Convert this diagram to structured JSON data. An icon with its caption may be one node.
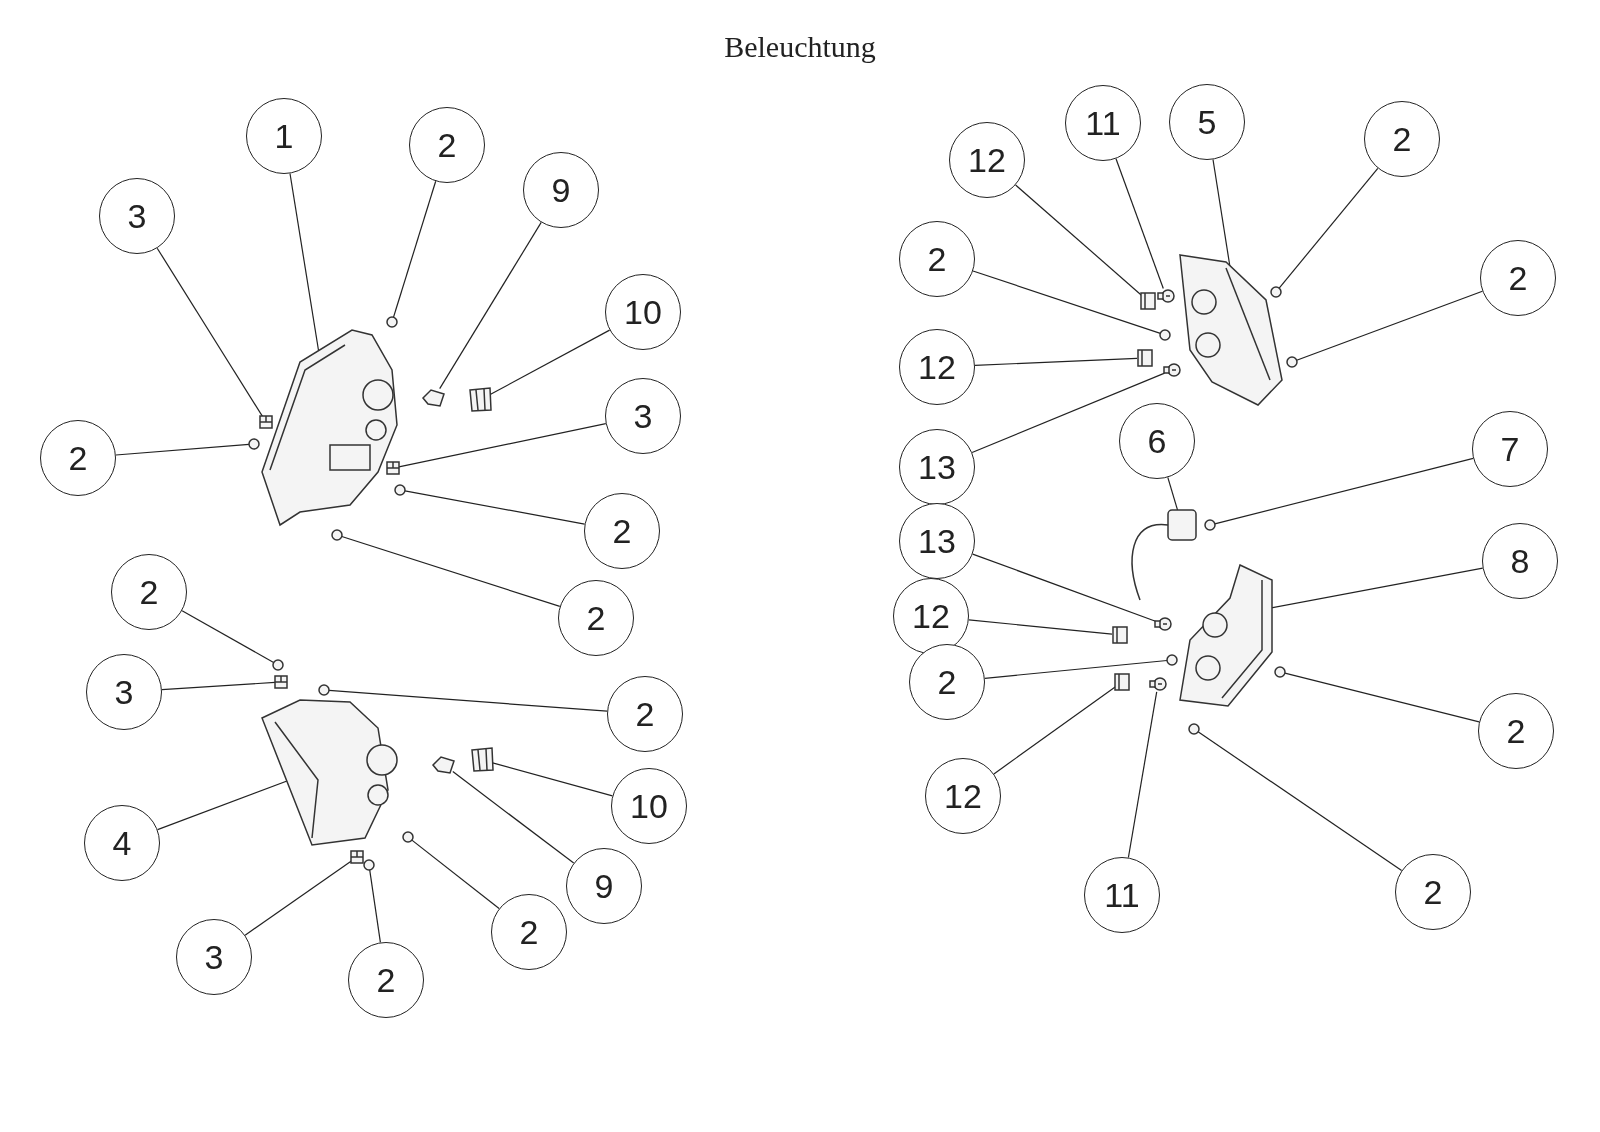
{
  "diagram": {
    "title": "Beleuchtung",
    "nodes": [
      {
        "text": [
          "1"
        ]
      },
      {
        "text": [
          "2"
        ]
      },
      {
        "text": [
          "9"
        ]
      },
      {
        "text": [
          "3"
        ]
      },
      {
        "text": [
          "10"
        ]
      },
      {
        "text": [
          "2"
        ]
      },
      {
        "text": [
          "3"
        ]
      },
      {
        "text": [
          "2"
        ]
      },
      {
        "text": [
          "2"
        ]
      },
      {
        "text": [
          "2"
        ]
      },
      {
        "text": [
          "3"
        ]
      },
      {
        "text": [
          "2"
        ]
      },
      {
        "text": [
          "4"
        ]
      },
      {
        "text": [
          "10"
        ]
      },
      {
        "text": [
          "9"
        ]
      },
      {
        "text": [
          "3"
        ]
      },
      {
        "text": [
          "2"
        ]
      },
      {
        "text": [
          "2"
        ]
      },
      {
        "text": [
          "12"
        ]
      },
      {
        "text": [
          "11"
        ]
      },
      {
        "text": [
          "5"
        ]
      },
      {
        "text": [
          "2"
        ]
      },
      {
        "text": [
          "2"
        ]
      },
      {
        "text": [
          "2"
        ]
      },
      {
        "text": [
          "12"
        ]
      },
      {
        "text": [
          "13"
        ]
      },
      {
        "text": [
          "6"
        ]
      },
      {
        "text": [
          "7"
        ]
      },
      {
        "text": [
          "13"
        ]
      },
      {
        "text": [
          "8"
        ]
      },
      {
        "text": [
          "12"
        ]
      },
      {
        "text": [
          "2"
        ]
      },
      {
        "text": [
          "2"
        ]
      },
      {
        "text": [
          "12"
        ]
      },
      {
        "text": [
          "11"
        ]
      },
      {
        "text": [
          "2"
        ]
      },
      {
        "text": [],
        "shape": "picture"
      },
      {
        "text": [],
        "shape": "circle"
      },
      {
        "text": [],
        "shape": "picture"
      },
      {
        "text": [],
        "shape": "picture"
      },
      {
        "text": [],
        "shape": "picture"
      },
      {
        "text": [],
        "shape": "circle"
      },
      {
        "text": [],
        "shape": "picture"
      },
      {
        "text": [],
        "shape": "circle"
      },
      {
        "text": [],
        "shape": "circle"
      },
      {
        "text": [],
        "shape": "circle"
      },
      {
        "text": [],
        "shape": "picture"
      },
      {
        "text": [],
        "shape": "circle"
      },
      {
        "text": [],
        "shape": "picture"
      },
      {
        "text": [],
        "shape": "picture"
      },
      {
        "text": [],
        "shape": "picture"
      },
      {
        "text": [],
        "shape": "picture"
      },
      {
        "text": [],
        "shape": "circle"
      },
      {
        "text": [],
        "shape": "circle"
      },
      {
        "text": [],
        "shape": "picture"
      },
      {
        "text": [],
        "shape": "picture"
      },
      {
        "text": [],
        "shape": "picture"
      },
      {
        "text": [],
        "shape": "circle"
      },
      {
        "text": [],
        "shape": "circle"
      },
      {
        "text": [],
        "shape": "circle"
      },
      {
        "text": [],
        "shape": "picture"
      },
      {
        "text": [],
        "shape": "picture"
      },
      {
        "text": [],
        "shape": "picture"
      },
      {
        "text": [],
        "shape": "circle"
      },
      {
        "text": [],
        "shape": "picture"
      },
      {
        "text": [],
        "shape": "picture"
      },
      {
        "text": [],
        "shape": "picture"
      },
      {
        "text": [],
        "shape": "circle"
      },
      {
        "text": [],
        "shape": "circle"
      },
      {
        "text": [],
        "shape": "picture"
      },
      {
        "text": [],
        "shape": "picture"
      },
      {
        "text": [],
        "shape": "circle"
      }
    ],
    "edges": [
      {
        "from": 0,
        "to": 36,
        "arrow": "none"
      },
      {
        "from": 1,
        "to": 37,
        "arrow": "none"
      },
      {
        "from": 2,
        "to": 38,
        "arrow": "none"
      },
      {
        "from": 3,
        "to": 39,
        "arrow": "none"
      },
      {
        "from": 4,
        "to": 40,
        "arrow": "none"
      },
      {
        "from": 5,
        "to": 41,
        "arrow": "none"
      },
      {
        "from": 6,
        "to": 42,
        "arrow": "none"
      },
      {
        "from": 7,
        "to": 43,
        "arrow": "none"
      },
      {
        "from": 8,
        "to": 44,
        "arrow": "none"
      },
      {
        "from": 9,
        "to": 45,
        "arrow": "none"
      },
      {
        "from": 10,
        "to": 46,
        "arrow": "none"
      },
      {
        "from": 11,
        "to": 47,
        "arrow": "none"
      },
      {
        "from": 12,
        "to": 48,
        "arrow": "none"
      },
      {
        "from": 13,
        "to": 49,
        "arrow": "none"
      },
      {
        "from": 14,
        "to": 50,
        "arrow": "none"
      },
      {
        "from": 15,
        "to": 51,
        "arrow": "none"
      },
      {
        "from": 16,
        "to": 52,
        "arrow": "none"
      },
      {
        "from": 17,
        "to": 53,
        "arrow": "none"
      },
      {
        "from": 18,
        "to": 54,
        "arrow": "none"
      },
      {
        "from": 19,
        "to": 55,
        "arrow": "none"
      },
      {
        "from": 20,
        "to": 56,
        "arrow": "none"
      },
      {
        "from": 21,
        "to": 57,
        "arrow": "none"
      },
      {
        "from": 22,
        "to": 58,
        "arrow": "none"
      },
      {
        "from": 23,
        "to": 59,
        "arrow": "none"
      },
      {
        "from": 24,
        "to": 60,
        "arrow": "none"
      },
      {
        "from": 25,
        "to": 61,
        "arrow": "none"
      },
      {
        "from": 26,
        "to": 62,
        "arrow": "none"
      },
      {
        "from": 27,
        "to": 63,
        "arrow": "none"
      },
      {
        "from": 28,
        "to": 64,
        "arrow": "none"
      },
      {
        "from": 29,
        "to": 65,
        "arrow": "none"
      },
      {
        "from": 30,
        "to": 66,
        "arrow": "none"
      },
      {
        "from": 31,
        "to": 67,
        "arrow": "none"
      },
      {
        "from": 32,
        "to": 68,
        "arrow": "none"
      },
      {
        "from": 33,
        "to": 69,
        "arrow": "none"
      },
      {
        "from": 34,
        "to": 70,
        "arrow": "none"
      },
      {
        "from": 35,
        "to": 71,
        "arrow": "none"
      }
    ]
  }
}
